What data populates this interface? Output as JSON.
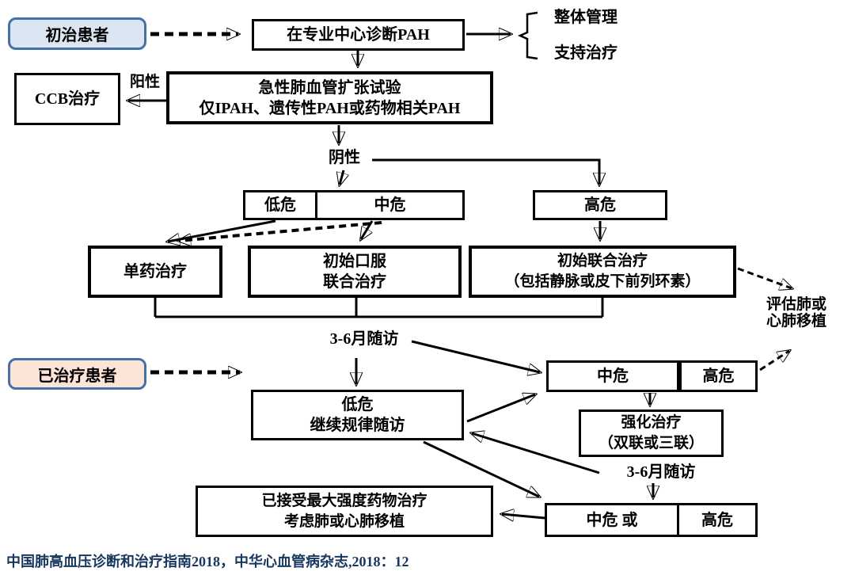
{
  "flowchart": {
    "start_new": {
      "label": "初治患者"
    },
    "diagnose": {
      "label": "在专业中心诊断PAH"
    },
    "bracket": {
      "item1": "整体管理",
      "item2": "支持治疗"
    },
    "positive_label": "阳性",
    "negative_label": "阴性",
    "ccb": {
      "label": "CCB治疗"
    },
    "vasoreactivity": {
      "line1": "急性肺血管扩张试验",
      "line2": "仅IPAH、遗传性PAH或药物相关PAH"
    },
    "risk_row1": {
      "low": "低危",
      "mid": "中危",
      "high": "高危"
    },
    "monotherapy": {
      "label": "单药治疗"
    },
    "oral_combo": {
      "line1": "初始口服",
      "line2": "联合治疗"
    },
    "initial_combo": {
      "line1": "初始联合治疗",
      "line2": "（包括静脉或皮下前列环素）"
    },
    "transplant_eval": {
      "line1": "评估肺或",
      "line2": "心肺移植"
    },
    "followup1": "3-6月随访",
    "start_treated": {
      "label": "已治疗患者"
    },
    "low_followup": {
      "line1": "低危",
      "line2": "继续规律随访"
    },
    "risk_row2": {
      "mid": "中危",
      "high": "高危"
    },
    "intensify": {
      "line1": "强化治疗",
      "line2": "（双联或三联）"
    },
    "followup2": "3-6月随访",
    "max_therapy": {
      "line1": "已接受最大强度药物治疗",
      "line2": "考虑肺或心肺移植"
    },
    "risk_row3": {
      "mid": "中危 或",
      "high": "高危"
    }
  },
  "footer": {
    "citation": "中国肺高血压诊断和治疗指南2018，中华心血管病杂志,2018：12"
  },
  "colors": {
    "new_patient_fill": "#dce6f2",
    "treated_patient_fill": "#fce4d6",
    "patient_border": "#4472a8",
    "line": "#000000",
    "box_fill": "#ffffff",
    "citation": "#17375e"
  }
}
